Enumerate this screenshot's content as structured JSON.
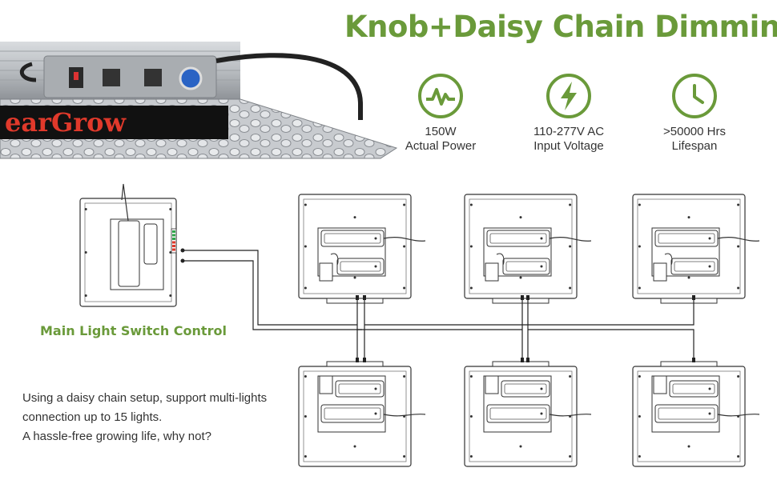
{
  "header": {
    "title": "Knob+Daisy Chain Dimming"
  },
  "product": {
    "brand_text": "earGrow"
  },
  "features": [
    {
      "icon": "wave-icon",
      "line1": "150W",
      "line2": "Actual Power"
    },
    {
      "icon": "lightning-icon",
      "line1": "110-277V AC",
      "line2": "Input Voltage"
    },
    {
      "icon": "clock-icon",
      "line1": ">50000 Hrs",
      "line2": "Lifespan"
    }
  ],
  "diagram": {
    "main_label": "Main Light Switch Control",
    "description": [
      "Using a daisy chain setup, support multi-lights",
      "connection up to 15 lights.",
      "A hassle-free growing life, why not?"
    ]
  },
  "colors": {
    "accent": "#6a9a3a",
    "text": "#333333",
    "brand_red": "#e0392b",
    "brand_green": "#2ea64a"
  }
}
